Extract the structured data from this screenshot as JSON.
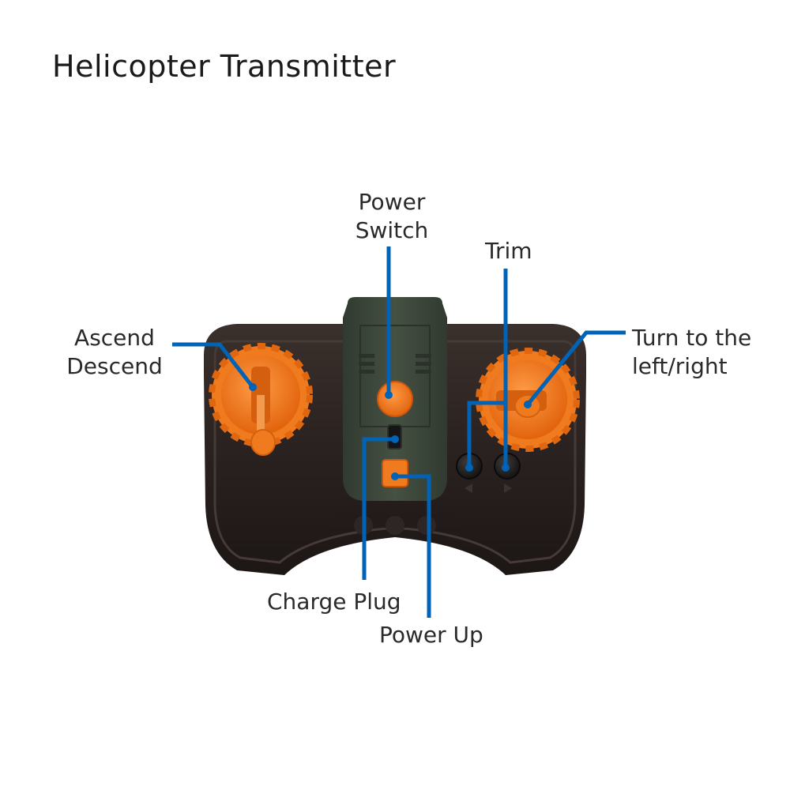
{
  "title": "Helicopter Transmitter",
  "labels": {
    "power_switch": [
      "Power",
      "Switch"
    ],
    "trim": "Trim",
    "ascend_descend": [
      "Ascend",
      "Descend"
    ],
    "turn": [
      "Turn to the",
      "left/right"
    ],
    "charge_plug": "Charge Plug",
    "power_up": "Power Up"
  },
  "colors": {
    "leader": "#0063b5",
    "body": "#2a2220",
    "panel": "#3f4a3d",
    "knob": "#f07a1e"
  }
}
